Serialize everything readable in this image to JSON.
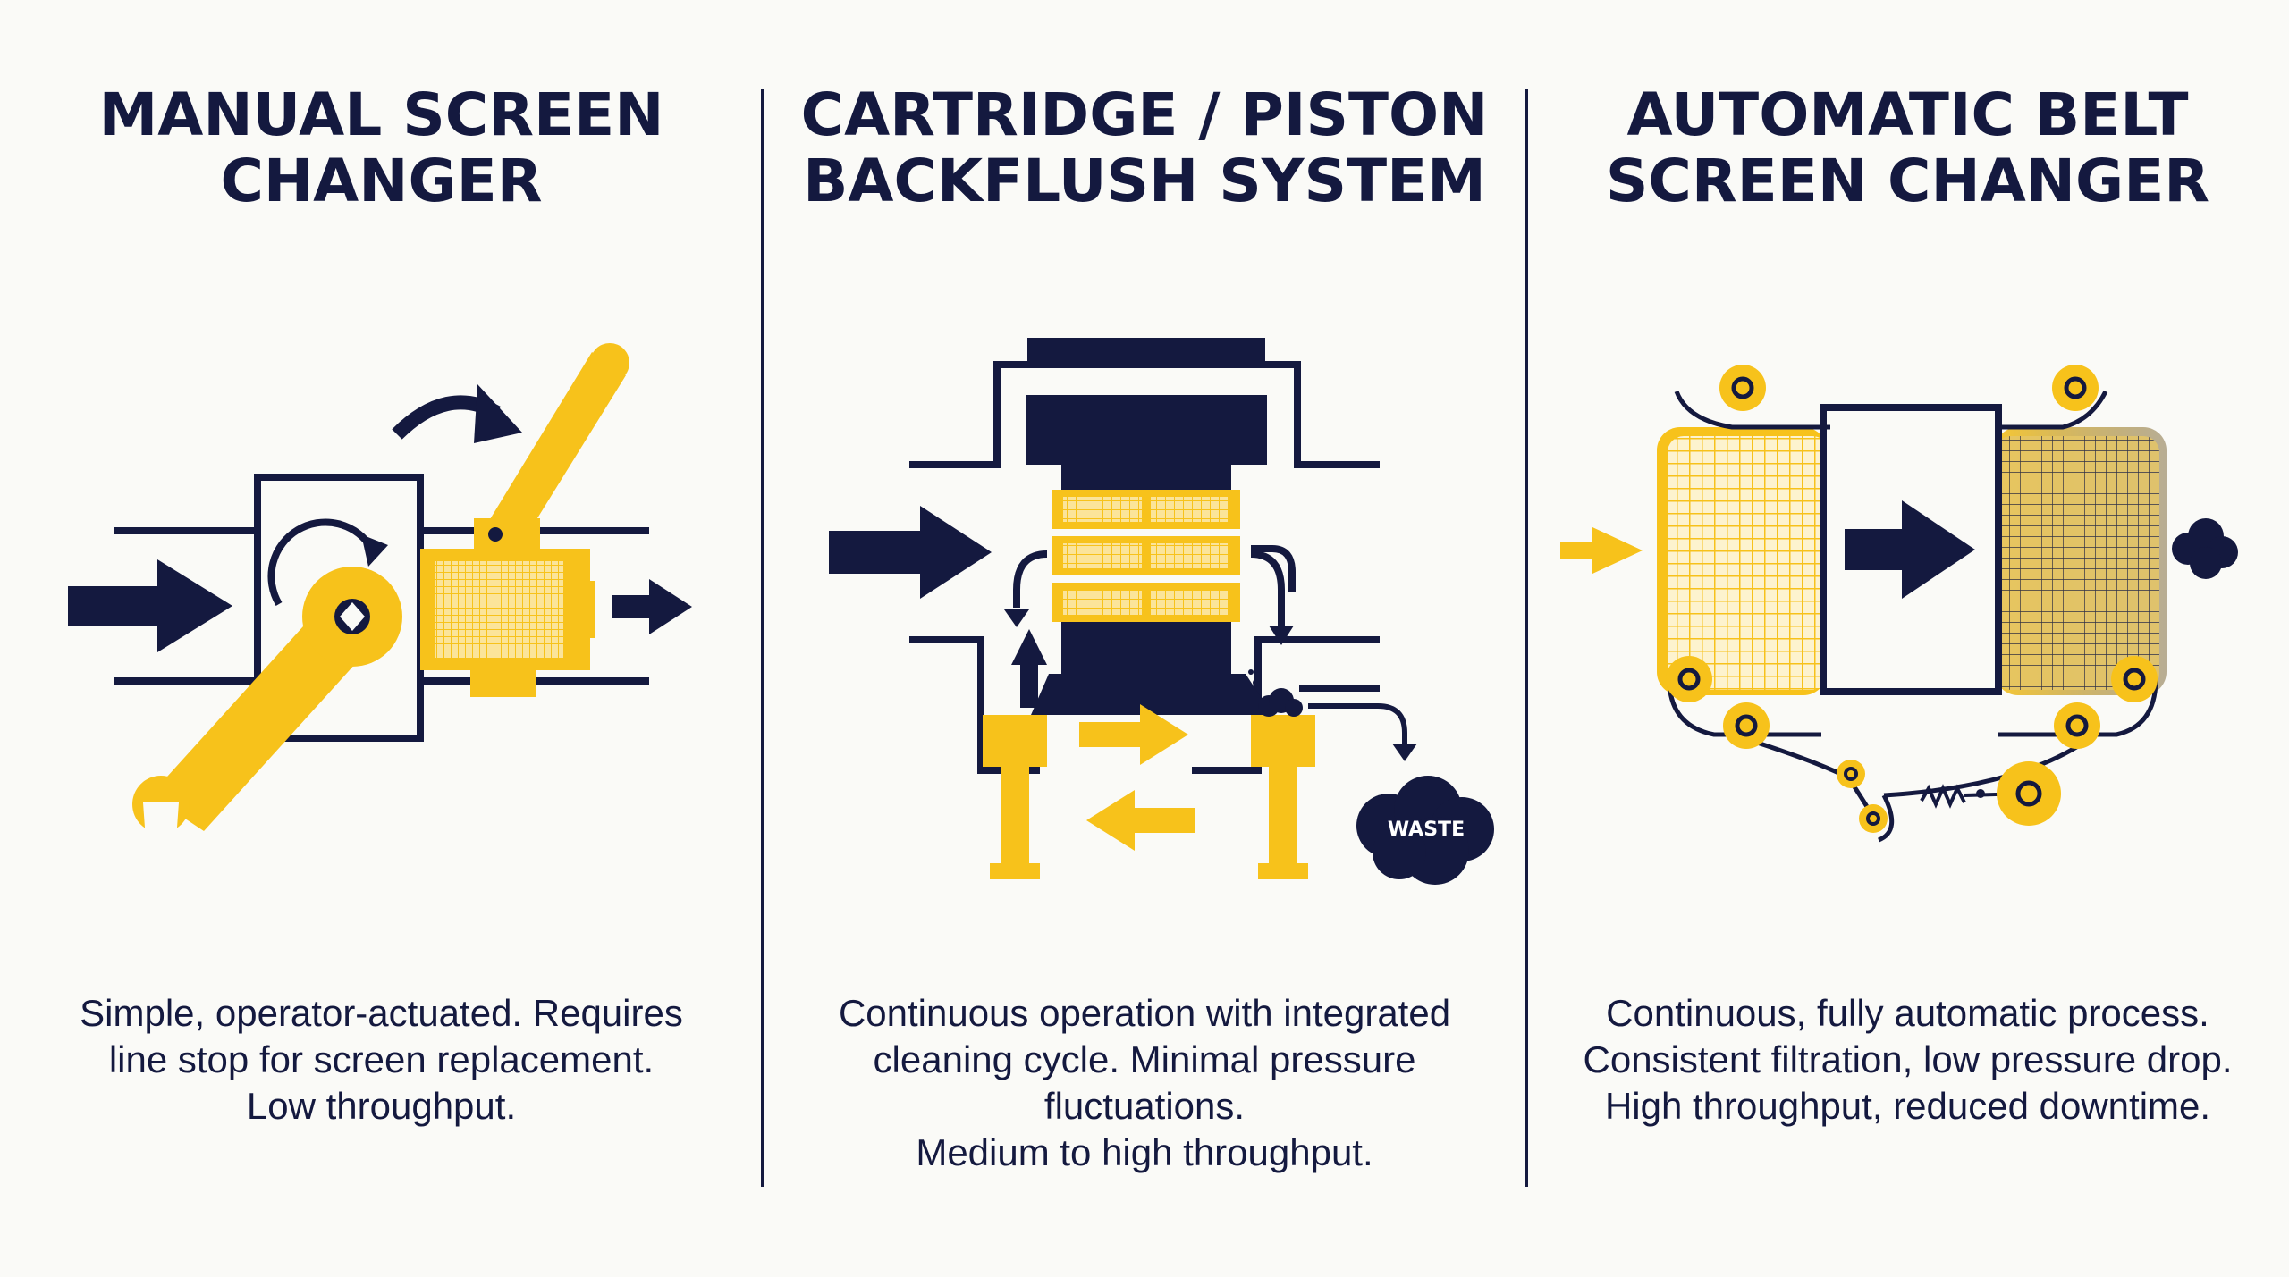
{
  "colors": {
    "navy": "#14193f",
    "yellow": "#f7c21b",
    "background": "#fafaf7"
  },
  "panels": [
    {
      "title": "MANUAL SCREEN\nCHANGER",
      "description": "Simple, operator-actuated. Requires\nline stop for screen replacement.\nLow throughput.",
      "icons": [
        "flow-arrow-icon",
        "wrench-icon",
        "lever-handle-icon",
        "rotate-arrow-icon",
        "screen-block-icon"
      ]
    },
    {
      "title": "CARTRIDGE / PISTON\nBACKFLUSH SYSTEM",
      "description": "Continuous operation with integrated\ncleaning cycle. Minimal pressure\nfluctuations.\nMedium to high throughput.",
      "waste_label": "WASTE",
      "icons": [
        "flow-arrow-icon",
        "piston-icon",
        "filter-cartridge-icon",
        "waste-cloud-icon"
      ]
    },
    {
      "title": "AUTOMATIC BELT\nSCREEN CHANGER",
      "description": "Continuous, fully automatic process.\nConsistent filtration, low pressure drop.\nHigh throughput, reduced downtime.",
      "icons": [
        "flow-arrow-icon",
        "mesh-belt-icon",
        "roller-icon",
        "spring-tensioner-icon",
        "debris-cloud-icon"
      ]
    }
  ]
}
